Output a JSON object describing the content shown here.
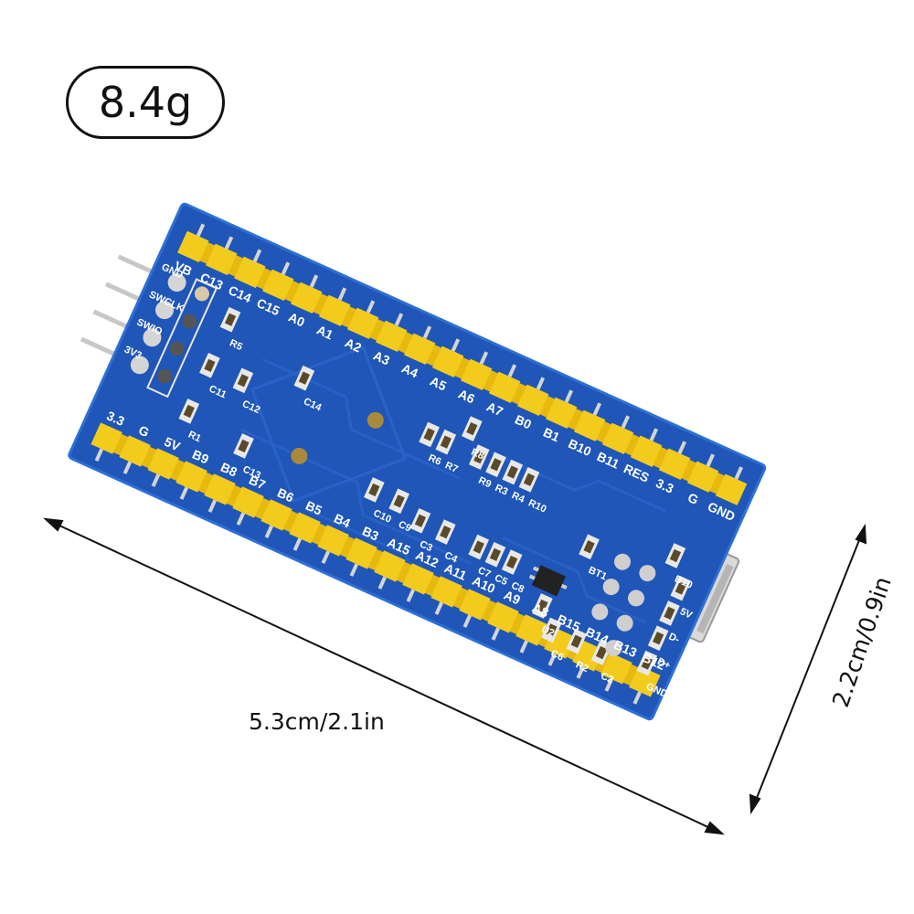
{
  "weight": "8.4g",
  "dimensions": {
    "length": "5.3cm/2.1in",
    "width": "2.2cm/0.9in"
  },
  "board": {
    "top_pins": [
      "VB",
      "C13",
      "C14",
      "C15",
      "A0",
      "A1",
      "A2",
      "A3",
      "A4",
      "A5",
      "A6",
      "A7",
      "B0",
      "B1",
      "B10",
      "B11",
      "RES",
      "3.3",
      "G",
      "GND"
    ],
    "bottom_pins": [
      "3.3",
      "G",
      "5V",
      "B9",
      "B8",
      "B7",
      "B6",
      "B5",
      "B4",
      "B3",
      "A15",
      "A12",
      "A11",
      "A10",
      "A9",
      "A8",
      "B15",
      "B14",
      "B13",
      "B12"
    ],
    "debug_pins": [
      "GND",
      "SWCLK",
      "SWIO",
      "3V3"
    ],
    "components": [
      "R5",
      "C14",
      "C11",
      "C12",
      "R1",
      "C13",
      "R8",
      "R7",
      "R6",
      "R9",
      "R3",
      "R4",
      "R10",
      "C10",
      "C9",
      "C3",
      "C4",
      "C7",
      "C5",
      "C8",
      "U2",
      "BT1",
      "C6",
      "R2",
      "C2",
      "B10",
      "5V",
      "D-",
      "D+",
      "GND"
    ],
    "colors": {
      "pcb": "#1f56b8",
      "pcb_edge": "#2d6fd6",
      "pin": "#f2cb1c",
      "text": "#ffffff",
      "pad": "#c9c9c9"
    }
  }
}
